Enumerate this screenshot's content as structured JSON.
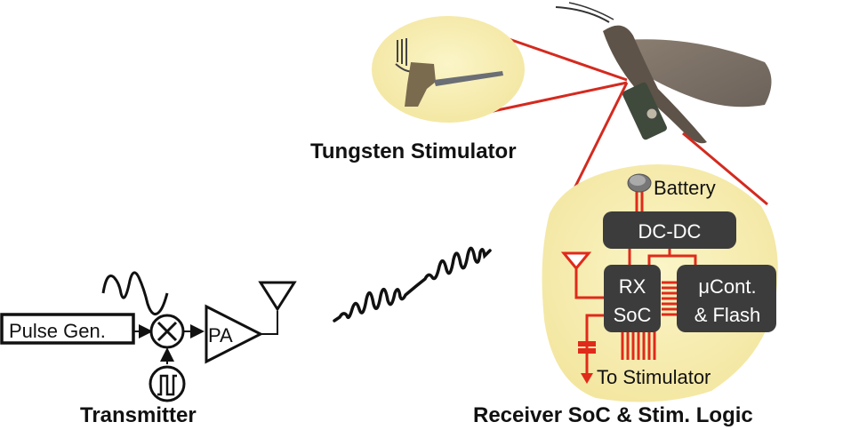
{
  "colors": {
    "callout_line": "#d42a1f",
    "bubble_fill": "#f7eeae",
    "chip_fill": "#3c3c3c",
    "trace": "#e02a1a",
    "ink": "#111111"
  },
  "transmitter": {
    "title": "Transmitter",
    "pulse_gen_label": "Pulse Gen.",
    "mixer_symbol": "×",
    "pa_label": "PA"
  },
  "stimulator": {
    "title": "Tungsten Stimulator"
  },
  "receiver": {
    "title": "Receiver SoC & Stim. Logic",
    "battery_label": "Battery",
    "dcdc_label": "DC-DC",
    "rx_line1": "RX",
    "rx_line2": "SoC",
    "mcu_line1": "μCont.",
    "mcu_line2": "& Flash",
    "output_label": "To Stimulator"
  }
}
